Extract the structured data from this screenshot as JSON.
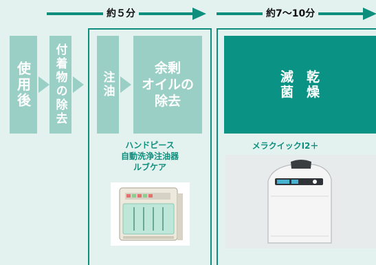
{
  "timeline": {
    "phase1_label": "約５分",
    "phase2_label": "約7～10分"
  },
  "steps": {
    "after_use": "使用後",
    "remove_debris": "付着物の除去",
    "oil_injection": "注油",
    "remove_excess_oil": "余剰\nオイルの\n除去",
    "sterilize_dry": "滅　乾\n菌　燥"
  },
  "products": {
    "lubricator": "ハンドピース\n自動洗浄注油器\nルブケア",
    "sterilizer": "メラクイックI2＋"
  },
  "colors": {
    "accent": "#0e8f7e",
    "light_block": "#99cfc5",
    "background": "#e3f2ef"
  }
}
